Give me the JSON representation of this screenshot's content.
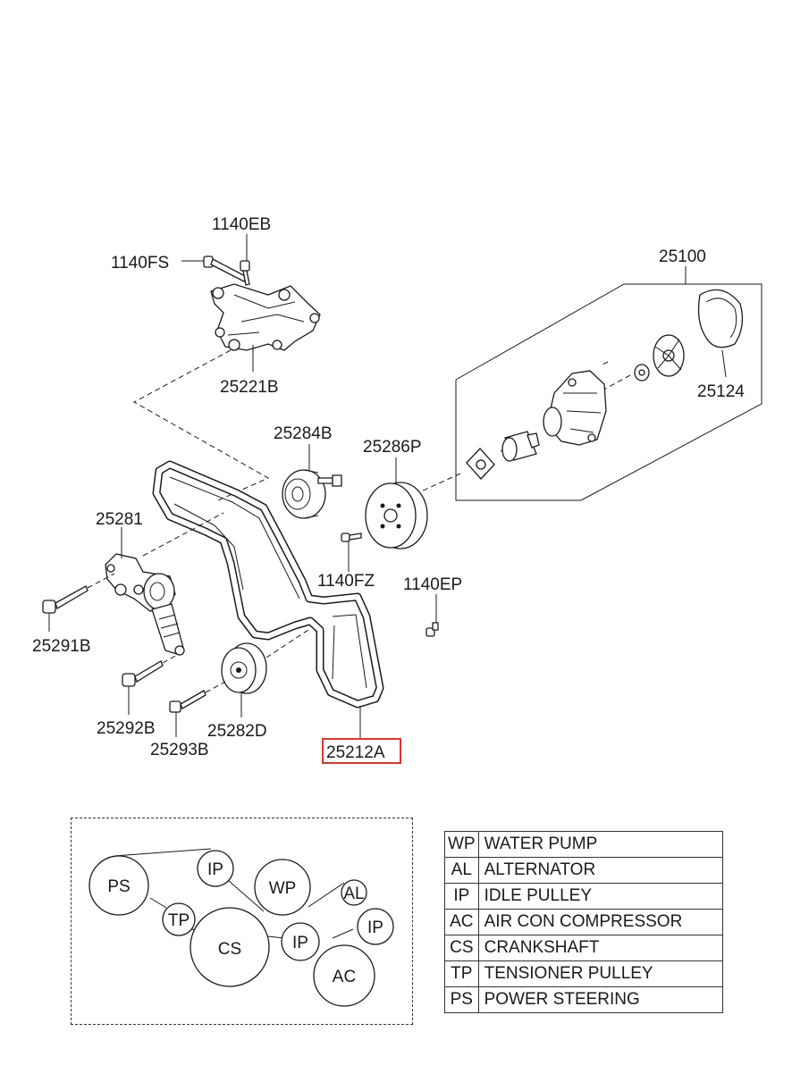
{
  "parts": {
    "p1140EB": "1140EB",
    "p1140FS": "1140FS",
    "p25221B": "25221B",
    "p25100": "25100",
    "p25124": "25124",
    "p25284B": "25284B",
    "p25286P": "25286P",
    "p25281": "25281",
    "p1140FZ": "1140FZ",
    "p1140EP": "1140EP",
    "p25291B": "25291B",
    "p25292B": "25292B",
    "p25282D": "25282D",
    "p25293B": "25293B",
    "p25212A": "25212A"
  },
  "highlight": {
    "part": "25212A",
    "color": "#e0342f"
  },
  "routing": {
    "PS": "PS",
    "IP1": "IP",
    "WP": "WP",
    "AL": "AL",
    "IP2": "IP",
    "TP": "TP",
    "CS": "CS",
    "IP3": "IP",
    "AC": "AC"
  },
  "legend": [
    {
      "code": "WP",
      "name": "WATER PUMP"
    },
    {
      "code": "AL",
      "name": "ALTERNATOR"
    },
    {
      "code": "IP",
      "name": "IDLE PULLEY"
    },
    {
      "code": "AC",
      "name": "AIR CON COMPRESSOR"
    },
    {
      "code": "CS",
      "name": "CRANKSHAFT"
    },
    {
      "code": "TP",
      "name": "TENSIONER PULLEY"
    },
    {
      "code": "PS",
      "name": "POWER STEERING"
    }
  ]
}
